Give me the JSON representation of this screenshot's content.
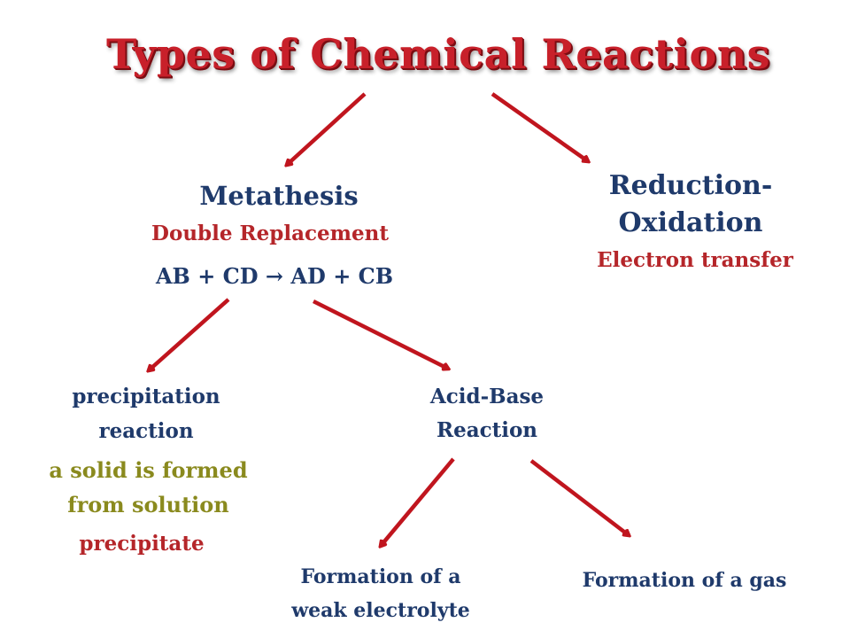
{
  "title": "Types of Chemical Reactions",
  "colors": {
    "title": "#c8202a",
    "arrow": "#c0151e",
    "heading": "#1f3a6b",
    "subtext_red": "#b5262a",
    "subtext_olive": "#8a8a1e"
  },
  "metathesis": {
    "title": "Metathesis",
    "subtitle": "Double Replacement",
    "equation": "AB + CD → AD + CB"
  },
  "redox": {
    "title_line1": "Reduction-",
    "title_line2": "Oxidation",
    "subtitle": "Electron transfer"
  },
  "precipitation": {
    "title_line1": "precipitation",
    "title_line2": "reaction",
    "desc_line1": "a solid is formed",
    "desc_line2": "from solution",
    "term": "precipitate"
  },
  "acid_base": {
    "title_line1": "Acid-Base",
    "title_line2": "Reaction"
  },
  "weak_electrolyte": {
    "line1": "Formation of a",
    "line2": "weak electrolyte"
  },
  "gas": {
    "line1": "Formation of a gas"
  }
}
